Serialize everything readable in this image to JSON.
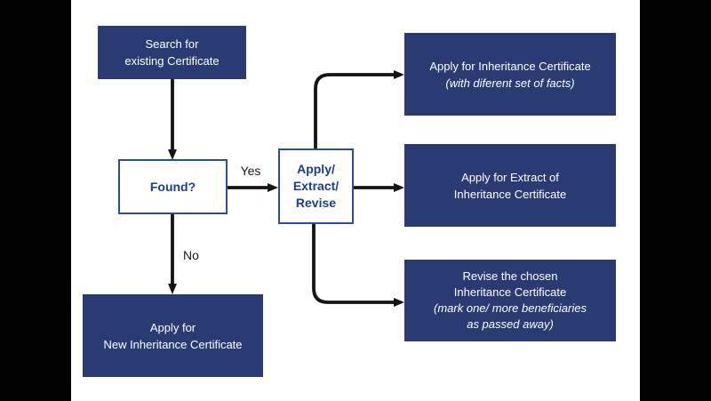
{
  "colors": {
    "background": "#FFFFFF",
    "sidebar": "#000000",
    "node_fill": "#2A3B73",
    "node_border": "#2F4C9B",
    "node_text": "#FFFFFF",
    "decision_text": "#1E3C8C",
    "arrow": "#141414",
    "label_text": "#1A1A1A"
  },
  "nodes": {
    "search": {
      "lines": [
        "Search for",
        "existing Certificate"
      ]
    },
    "found": {
      "label": "Found?"
    },
    "action": {
      "lines": [
        "Apply/",
        "Extract/",
        "Revise"
      ]
    },
    "new_certificate": {
      "lines": [
        "Apply for",
        "New Inheritance Certificate"
      ]
    },
    "different_facts": {
      "line1": "Apply for Inheritance Certificate",
      "line2_italic": "(with diferent set of facts)"
    },
    "extract": {
      "lines": [
        "Apply for Extract of",
        "Inheritance Certificate"
      ]
    },
    "revise": {
      "line1": "Revise the chosen",
      "line2": "Inheritance Certificate",
      "line3_italic": "(mark one/ more beneficiaries",
      "line4_italic": "as passed away)"
    }
  },
  "edge_labels": {
    "yes": "Yes",
    "no": "No"
  }
}
